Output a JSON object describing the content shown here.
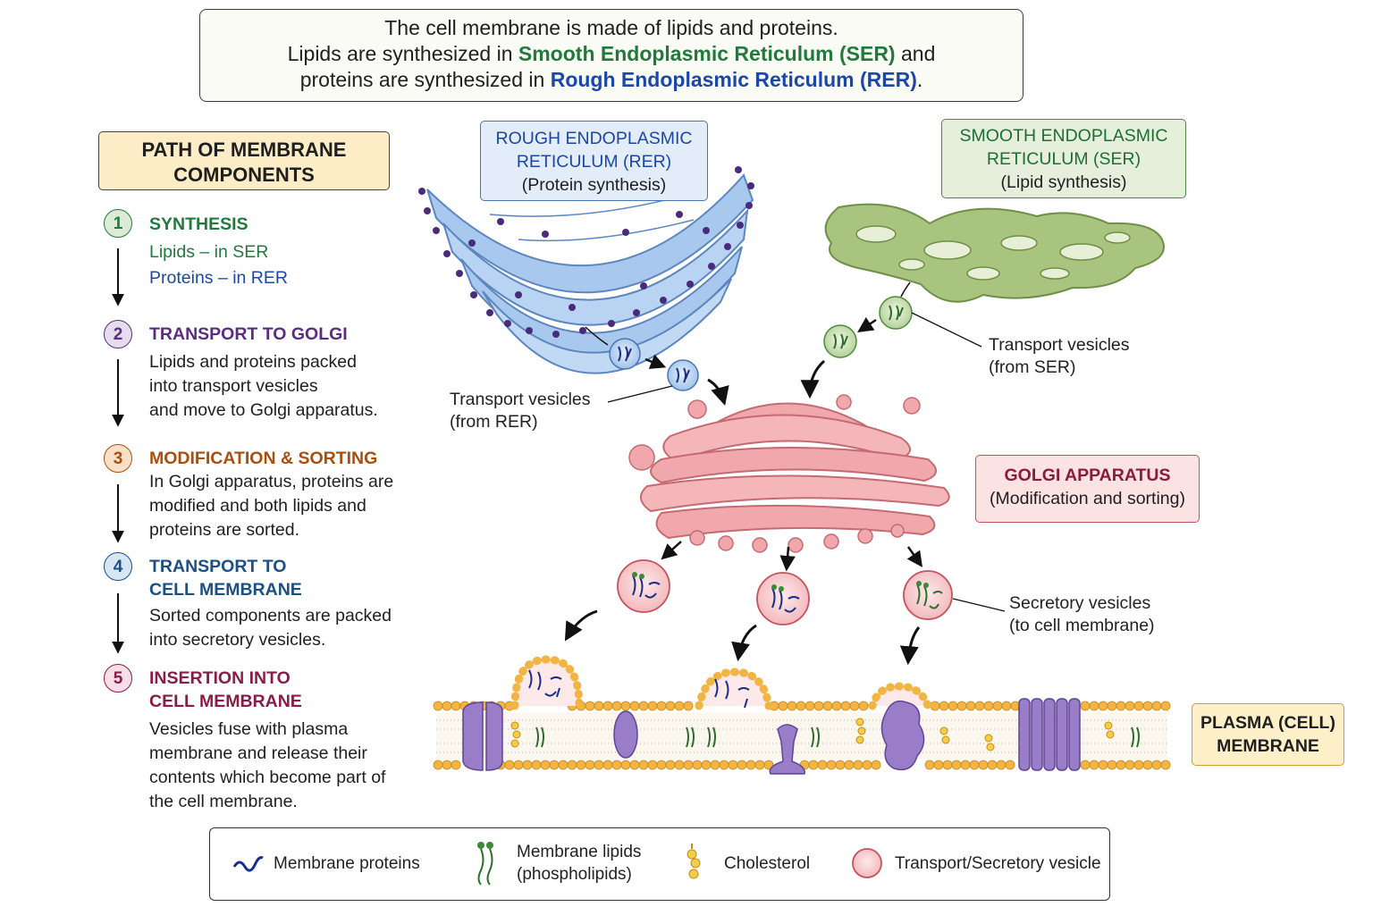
{
  "header": {
    "line1": "The cell membrane is made of lipids and proteins.",
    "line2_a": "Lipids are synthesized in ",
    "line2_ser": "Smooth Endoplasmic Reticulum (SER)",
    "line2_b": " and",
    "line3_a": "proteins are synthesized in ",
    "line3_rer": "Rough Endoplasmic Reticulum (RER)",
    "line3_b": "."
  },
  "path": {
    "title": "PATH OF MEMBRANE COMPONENTS",
    "steps": [
      {
        "num": "1",
        "title": "SYNTHESIS",
        "line_a": "Lipids – in SER",
        "line_b": "Proteins – in RER",
        "color": "#1f7a3c",
        "fill": "#dcebd6"
      },
      {
        "num": "2",
        "title": "TRANSPORT TO GOLGI",
        "body": [
          "Lipids and proteins packed",
          "into transport vesicles",
          "and move to Golgi apparatus."
        ],
        "color": "#5b2d82",
        "fill": "#e6dcf0"
      },
      {
        "num": "3",
        "title": "MODIFICATION & SORTING",
        "body": [
          "In Golgi apparatus, proteins are",
          "modified and both lipids and",
          "proteins are sorted."
        ],
        "color": "#a84f10",
        "fill": "#fbe0c8"
      },
      {
        "num": "4",
        "title_a": "TRANSPORT TO",
        "title_b": "CELL MEMBRANE",
        "body": [
          "Sorted components are packed",
          "into secretory vesicles."
        ],
        "color": "#1b4f86",
        "fill": "#d8e6f3"
      },
      {
        "num": "5",
        "title_a": "INSERTION INTO",
        "title_b": "CELL MEMBRANE",
        "body": [
          "Vesicles fuse with plasma",
          "membrane and release their",
          "contents which become part of",
          "the cell membrane."
        ],
        "color": "#8a1d47",
        "fill": "#f7dde5"
      }
    ]
  },
  "rer_box": {
    "line1": "ROUGH ENDOPLASMIC",
    "line2": "RETICULUM (RER)",
    "line3": "(Protein synthesis)"
  },
  "ser_box": {
    "line1": "SMOOTH ENDOPLASMIC",
    "line2": "RETICULUM (SER)",
    "line3": "(Lipid synthesis)"
  },
  "golgi_box": {
    "line1": "GOLGI APPARATUS",
    "line2": "(Modification and sorting)"
  },
  "plasma_box": {
    "line1": "PLASMA (CELL)",
    "line2": "MEMBRANE"
  },
  "labels": {
    "tv_rer_1": "Transport vesicles",
    "tv_rer_2": "(from RER)",
    "tv_ser_1": "Transport vesicles",
    "tv_ser_2": "(from SER)",
    "sv_1": "Secretory vesicles",
    "sv_2": "(to cell membrane)"
  },
  "legend": {
    "proteins": "Membrane proteins",
    "lipids_1": "Membrane lipids",
    "lipids_2": "(phospholipids)",
    "cholesterol": "Cholesterol",
    "vesicle": "Transport/Secretory vesicle"
  },
  "colors": {
    "rer": "#a9c8ee",
    "ser": "#a9c47f",
    "golgi": "#f0a8ac",
    "ribosome": "#4a2a7a",
    "membrane_head": "#f2b543",
    "protein": "#9a7dc9"
  }
}
